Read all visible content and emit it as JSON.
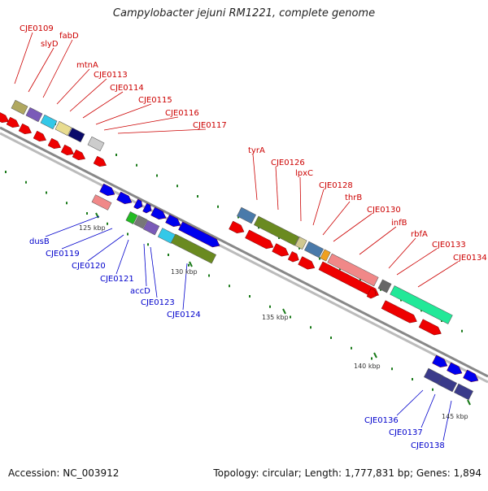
{
  "title": "Campylobacter jejuni RM1221, complete genome",
  "footer": {
    "accession": "Accession: NC_003912",
    "topology": "Topology: circular; Length: 1,777,831 bp; Genes: 1,894"
  },
  "colors": {
    "forward_label": "#cc0000",
    "reverse_label": "#0000cc",
    "backbone": "#888888",
    "ruler_tick": "#1a7a1a"
  },
  "upper_labels": [
    "CJE0109",
    "slyD",
    "fabD",
    "mtnA",
    "CJE0113",
    "CJE0114",
    "CJE0115",
    "CJE0116",
    "CJE0117"
  ],
  "mid_upper_labels": [
    "tyrA",
    "CJE0126",
    "lpxC",
    "CJE0128",
    "thrB",
    "CJE0130",
    "infB",
    "rbfA",
    "CJE0133",
    "CJE0134"
  ],
  "lower_labels": [
    "dusB",
    "CJE0119",
    "CJE0120",
    "CJE0121",
    "accD",
    "CJE0123",
    "CJE0124"
  ],
  "right_lower_labels": [
    "CJE0136",
    "CJE0137",
    "CJE0138"
  ],
  "kbp_labels": [
    "125 kbp",
    "130 kbp",
    "135 kbp",
    "140 kbp",
    "145 kbp"
  ]
}
